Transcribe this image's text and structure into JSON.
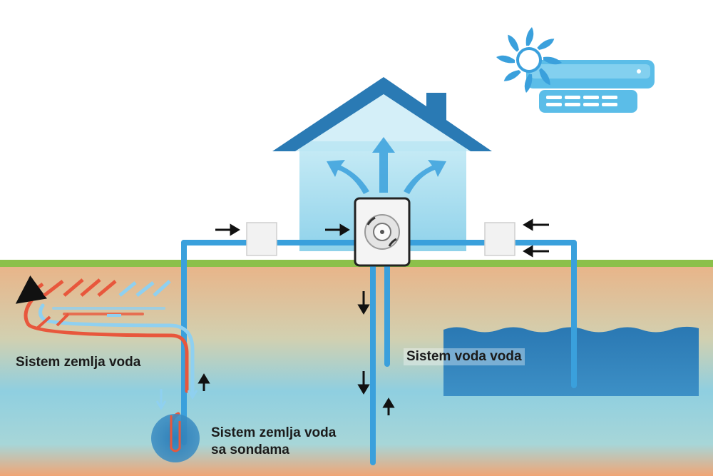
{
  "labels": {
    "earth_water": "Sistem zemlja voda",
    "water_water": "Sistem voda voda",
    "earth_water_probes_line1": "Sistem zemlja voda",
    "earth_water_probes_line2": "sa sondama"
  },
  "icons": {
    "air_conditioner": "air-conditioner-icon",
    "fan": "fan-icon",
    "heat_pump": "heat-pump-icon"
  },
  "colors": {
    "pipe": "#3aa0dc",
    "house_roof": "#2a7ab4",
    "grass": "#8cc04a",
    "hot_loop": "#e8573c",
    "cold_loop": "#8fd0f0",
    "water_body": "#2f7fb8"
  }
}
